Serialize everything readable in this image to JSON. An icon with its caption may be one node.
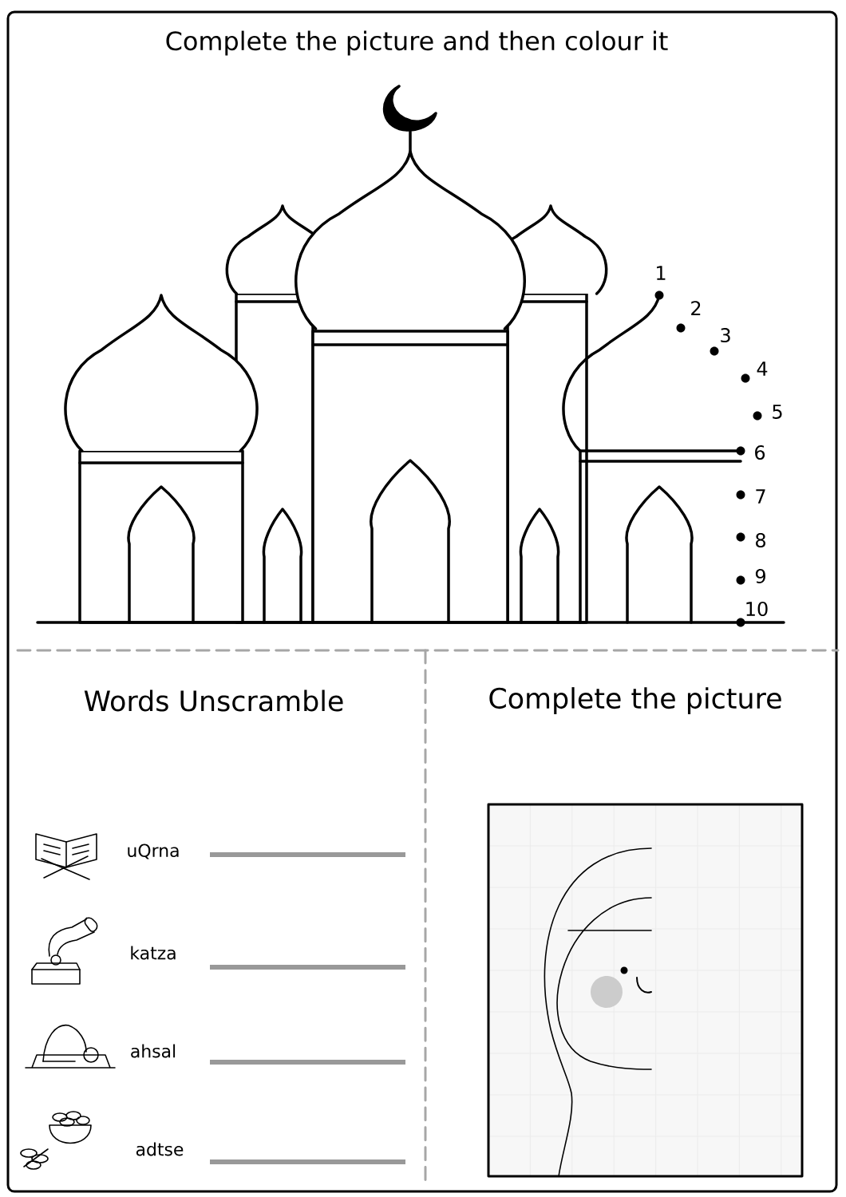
{
  "diagram": {
    "title": "Complete the picture and then colour it",
    "labels": [
      "1",
      "2",
      "3",
      "4",
      "5",
      "6",
      "7",
      "8",
      "9",
      "10",
      "Words Unscramble",
      "Complete the picture",
      "uQrna",
      "katza",
      "ahsal",
      "adtse"
    ]
  }
}
